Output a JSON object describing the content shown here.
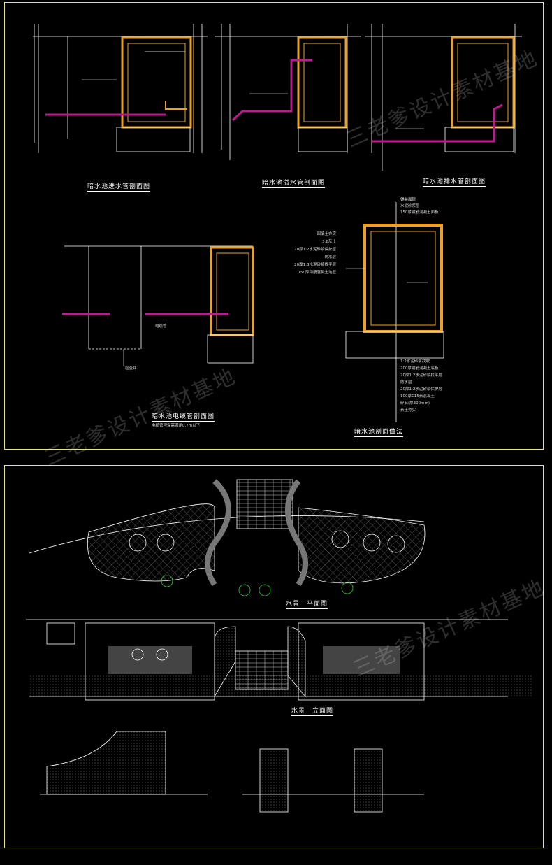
{
  "watermark": "三老爹设计素材基地",
  "colors": {
    "frame": "#e6e28a",
    "wall": "#f0a020",
    "pipe": "#c01890",
    "line": "#ffffff",
    "grey": "#aaaaaa"
  },
  "top_sheet": {
    "captions": {
      "inlet": "暗水池进水管剖面图",
      "overflow": "暗水池溢水管剖面图",
      "drain": "暗水池排水管剖面图",
      "cable": "暗水池电缆管剖面图",
      "cable_note": "电缆管埋深需满足0.7m以下",
      "method": "暗水池剖面做法"
    },
    "cable_labels": {
      "pipe": "电缆管",
      "well": "检查井"
    },
    "method_top_labels": [
      "铺装面层",
      "水泥砂浆层",
      "150厚钢筋混凝土面板"
    ],
    "method_wall_labels": [
      "回填土夯实",
      "3:8灰土",
      "20厚1:2水泥砂浆保护层",
      "防水层",
      "20厚1:3水泥砂浆找平层",
      "150厚钢筋混凝土池壁"
    ],
    "method_bottom_labels": [
      "1:2水泥砂浆找坡",
      "200厚钢筋混凝土底板",
      "20厚1:2水泥砂浆找平层",
      "防水层",
      "20厚1:2水泥砂浆保护层",
      "100厚C15素混凝土",
      "碎石(厚300mm)",
      "素土夯实"
    ]
  },
  "bottom_sheet": {
    "captions": {
      "plan": "水景一平面图",
      "elevation": "水景一立面图"
    }
  }
}
